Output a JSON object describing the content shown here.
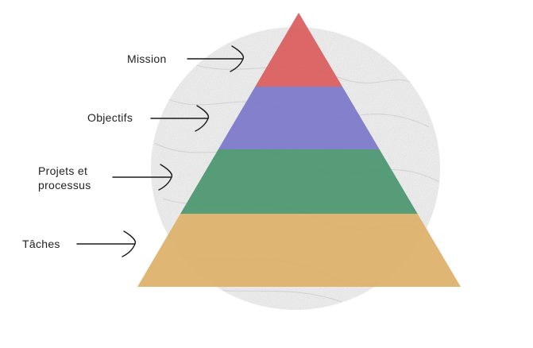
{
  "levels": [
    {
      "id": "mission",
      "label_lines": [
        "Mission"
      ],
      "color": "#d95c5c"
    },
    {
      "id": "objectifs",
      "label_lines": [
        "Objectifs"
      ],
      "color": "#7b78c9"
    },
    {
      "id": "projets",
      "label_lines": [
        "Projets et",
        "processus"
      ],
      "color": "#4b9670"
    },
    {
      "id": "taches",
      "label_lines": [
        "Tâches"
      ],
      "color": "#ddb068"
    }
  ],
  "arrow_color": "#1a1a1a",
  "background_texture_color": "#cfcfcf"
}
